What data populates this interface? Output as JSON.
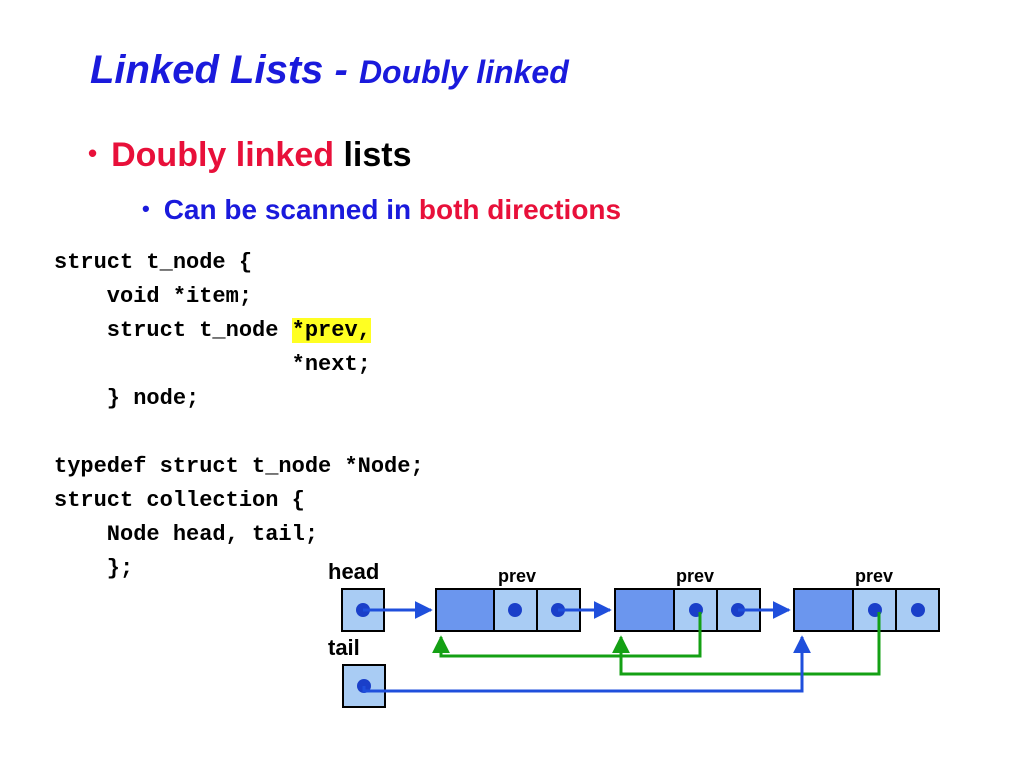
{
  "slide": {
    "title_main": "Linked Lists - ",
    "title_sub": "Doubly linked",
    "bullet1": {
      "red": "Doubly linked",
      "black": " lists"
    },
    "bullet2": {
      "blue": "Can be scanned in ",
      "red": "both directions"
    },
    "code": {
      "line1": "struct t_node {",
      "line2": "    void *item;",
      "line3_pre": "    struct t_node ",
      "line3_hl": "*prev,",
      "line4": "                  *next;",
      "line5": "    } node;",
      "line6": "",
      "line7": "typedef struct t_node *Node;",
      "line8": "struct collection {",
      "line9": "    Node head, tail;",
      "line10": "    };"
    }
  },
  "diagram": {
    "head_label": "head",
    "tail_label": "tail",
    "prev_labels": [
      "prev",
      "prev",
      "prev"
    ],
    "colors": {
      "node_dark": "#6b96ee",
      "node_light": "#a9ccf4",
      "next_arrow": "#1f4fdc",
      "prev_arrow": "#14a014",
      "dot": "#1a3fc9"
    }
  }
}
